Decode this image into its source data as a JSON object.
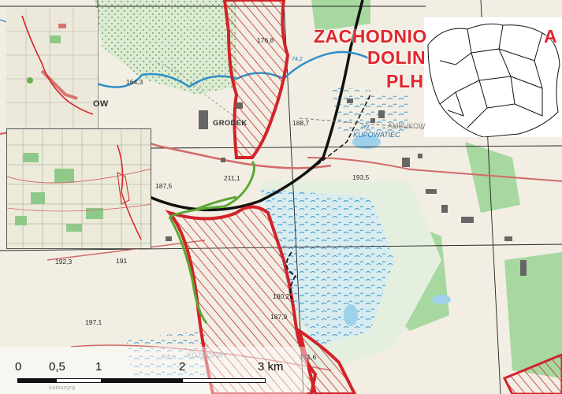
{
  "title_lines": [
    "ZACHODNIO",
    "DOLIN",
    "PLH"
  ],
  "title_side_letter": "A",
  "place_labels": {
    "grodek": "GRODEK",
    "ambukow": "AMBUKOW",
    "kozodawy": "KOZODAWY",
    "lotoszyny": "Łotoszyny",
    "ow": "OW"
  },
  "water_label": "KUPOWATIEC",
  "water_prefix": "Jez.",
  "elevations": [
    "176,8",
    "164,3",
    "188,7",
    "187,5",
    "211,1",
    "193,5",
    "192,3",
    "191",
    "180,2",
    "187,9",
    "197,1",
    "205,6",
    "201,6",
    "74,2"
  ],
  "scale_bar": {
    "ticks": [
      "0",
      "0,5",
      "1",
      "2",
      "3 km"
    ]
  },
  "colors": {
    "boundary_red": "#d2232a",
    "hatch_red": "#c92a2a",
    "green_line": "#5aa832",
    "forest_green": "#9fd09a",
    "river_blue": "#2e8fc7",
    "road_black": "#111111"
  }
}
